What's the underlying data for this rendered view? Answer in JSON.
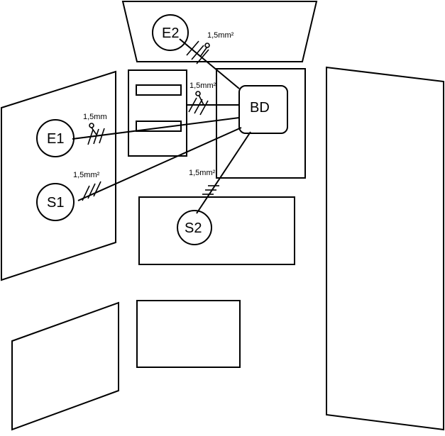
{
  "nodes": {
    "e2": "E2",
    "e1": "E1",
    "s1": "S1",
    "s2": "S2",
    "bd": "BD"
  },
  "cable_labels": {
    "e2": "1,5mm²",
    "top_box": "1,5mm²",
    "e1": "1,5mm",
    "s1": "1,5mm²",
    "s2": "1,5mm²"
  }
}
